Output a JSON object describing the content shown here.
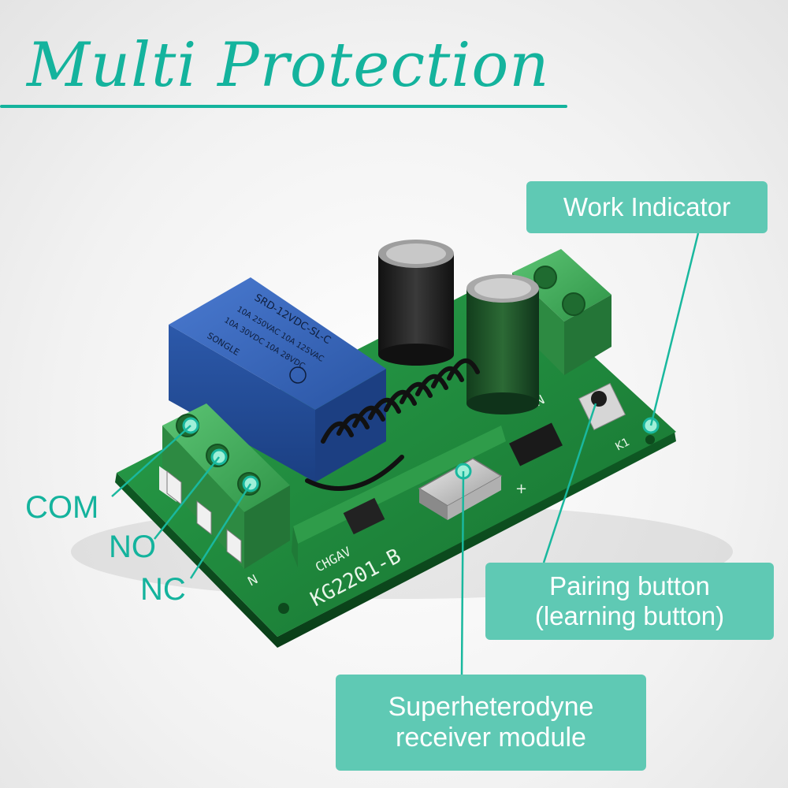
{
  "title": "Multi Protection",
  "callouts": {
    "work_indicator": "Work Indicator",
    "pairing_line1": "Pairing button",
    "pairing_line2": "(learning button)",
    "receiver_line1": "Superheterodyne",
    "receiver_line2": "receiver module"
  },
  "terminals": {
    "com": "COM",
    "no": "NO",
    "nc": "NC"
  },
  "board": {
    "model": "KG2201-B",
    "brand": "CHGAV",
    "relay_brand": "SONGLE",
    "relay_model": "SRD-12VDC-SL-C",
    "relay_rating_1": "10A 250VAC 10A 125VAC",
    "relay_rating_2": "10A 30VDC 10A 28VDC",
    "button_label": "K1"
  },
  "colors": {
    "accent": "#14b39d",
    "callout_bg": "#5fc9b4",
    "pcb": "#1f8a3c",
    "relay": "#2f5fb4",
    "terminal_block": "#3fae5a"
  }
}
